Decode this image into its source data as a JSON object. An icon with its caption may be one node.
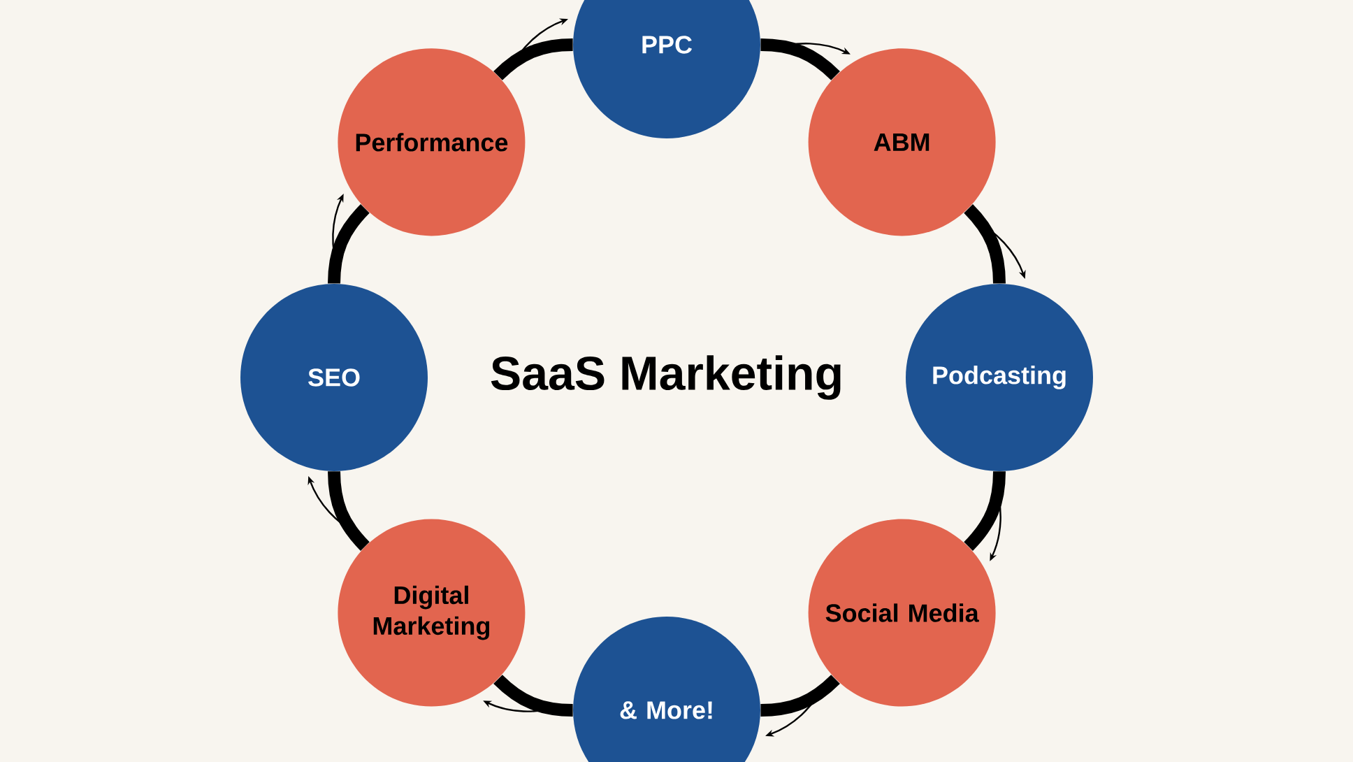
{
  "diagram": {
    "title": "SaaS Marketing",
    "nodes": [
      {
        "text": [
          "PPC"
        ]
      },
      {
        "text": [
          "ABM"
        ]
      },
      {
        "text": [
          "Podcasting"
        ]
      },
      {
        "text": [
          "Social Media"
        ]
      },
      {
        "text": [
          "& More!"
        ]
      },
      {
        "text": [
          "Digital Marketing"
        ]
      },
      {
        "text": [
          "SEO"
        ]
      },
      {
        "text": [
          "Performance"
        ]
      }
    ],
    "edges": [
      {
        "from": 0,
        "to": 1,
        "arrow": "none",
        "style": "thick"
      },
      {
        "from": 1,
        "to": 2,
        "arrow": "none",
        "style": "thick"
      },
      {
        "from": 2,
        "to": 3,
        "arrow": "none",
        "style": "thick"
      },
      {
        "from": 3,
        "to": 4,
        "arrow": "none",
        "style": "thick"
      },
      {
        "from": 4,
        "to": 5,
        "arrow": "none",
        "style": "thick"
      },
      {
        "from": 5,
        "to": 6,
        "arrow": "none",
        "style": "thick"
      },
      {
        "from": 6,
        "to": 7,
        "arrow": "none",
        "style": "thick"
      },
      {
        "from": 7,
        "to": 0,
        "arrow": "none",
        "style": "thick"
      },
      {
        "from": 0,
        "to": 1,
        "arrow": "to"
      },
      {
        "from": 1,
        "to": 2,
        "arrow": "to"
      },
      {
        "from": 2,
        "to": 3,
        "arrow": "to"
      },
      {
        "from": 3,
        "to": 4,
        "arrow": "to"
      },
      {
        "from": 4,
        "to": 5,
        "arrow": "to"
      },
      {
        "from": 5,
        "to": 6,
        "arrow": "to"
      },
      {
        "from": 6,
        "to": 7,
        "arrow": "to"
      },
      {
        "from": 7,
        "to": 0,
        "arrow": "to"
      }
    ]
  }
}
